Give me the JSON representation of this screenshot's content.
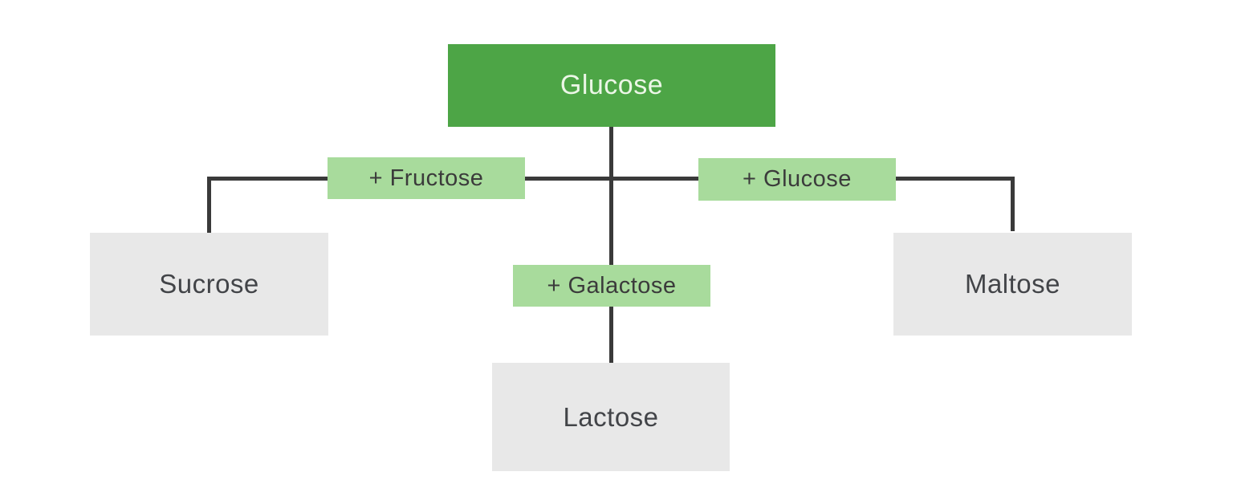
{
  "diagram": {
    "root_node": {
      "label": "Glucose"
    },
    "branches": [
      {
        "operation": "+ Fructose",
        "product": "Sucrose",
        "position": "left"
      },
      {
        "operation": "+ Galactose",
        "product": "Lactose",
        "position": "center"
      },
      {
        "operation": "+ Glucose",
        "product": "Maltose",
        "position": "right"
      }
    ],
    "colors": {
      "root_fill": "#4da546",
      "root_text": "#ebf6e6",
      "operation_fill": "#a8db9c",
      "operation_text": "#3b3b3b",
      "product_fill": "#e8e8e8",
      "product_text": "#424448",
      "connector": "#3a3a3a",
      "background": "#ffffff"
    }
  }
}
